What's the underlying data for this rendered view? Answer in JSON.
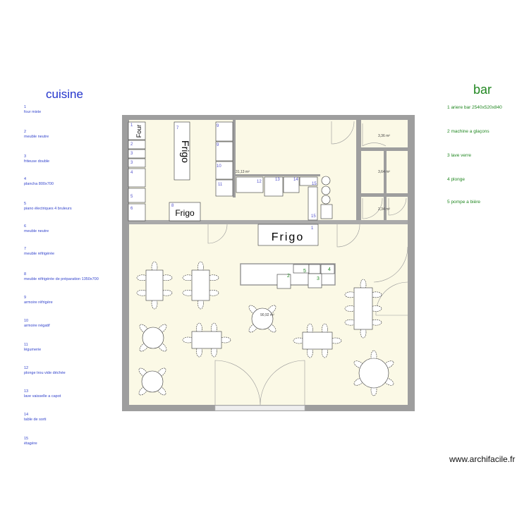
{
  "cuisine": {
    "title": "cuisine",
    "legend": [
      {
        "num": "1",
        "label": "four mixte"
      },
      {
        "num": "2",
        "label": "meuble neutre"
      },
      {
        "num": "3",
        "label": "friteuse double"
      },
      {
        "num": "4",
        "label": "plancha 800x700"
      },
      {
        "num": "5",
        "label": "piano électriques 4 bruleurs"
      },
      {
        "num": "6",
        "label": "meuble neutre"
      },
      {
        "num": "7",
        "label": "meuble réfrigérée"
      },
      {
        "num": "8",
        "label": "meuble réfrigérée de préparation 1350x700"
      },
      {
        "num": "9",
        "label": "armoire réfrigère"
      },
      {
        "num": "10",
        "label": "armoire négatif"
      },
      {
        "num": "11",
        "label": "légumerie"
      },
      {
        "num": "12",
        "label": "plonge trou vide déchée"
      },
      {
        "num": "13",
        "label": "lave vaisselle a capot"
      },
      {
        "num": "14",
        "label": "table de sorti"
      },
      {
        "num": "15",
        "label": "étagère"
      }
    ]
  },
  "bar": {
    "title": "bar",
    "legend": [
      {
        "num": "1",
        "label": "ariere bar 2540x520x840"
      },
      {
        "num": "2",
        "label": "machine a glaçons"
      },
      {
        "num": "3",
        "label": "lave verre"
      },
      {
        "num": "4",
        "label": "plonge"
      },
      {
        "num": "5",
        "label": "pompe a bière"
      }
    ]
  },
  "plan": {
    "areas": {
      "kitchen": "31,13 m²",
      "dining": "90,92 m²",
      "room_a": "3,36 m²",
      "room_b": "3,64 m²",
      "room_c": "2,34 m²"
    },
    "labels": {
      "four": "Four",
      "frigo": "Frigo"
    },
    "colors": {
      "floor": "#fbf9e6",
      "wall": "#9e9e9e",
      "kitchen_num": "#5555cc",
      "bar_num": "#228822"
    }
  },
  "watermark": "www.archifacile.fr"
}
